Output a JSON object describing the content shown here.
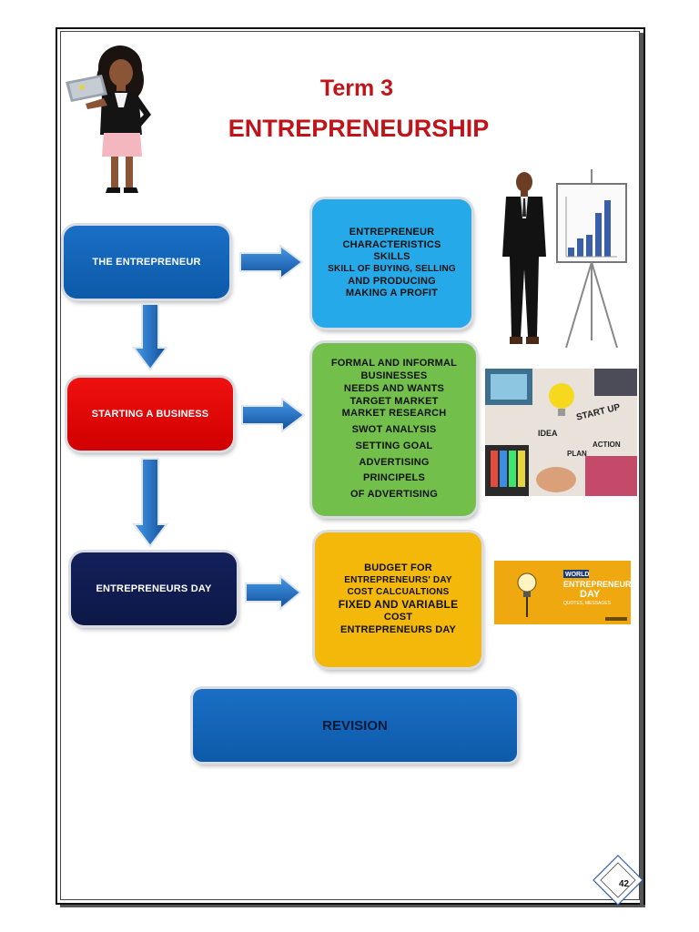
{
  "header": {
    "term": "Term 3",
    "subject": "ENTREPRENEURSHIP"
  },
  "left_boxes": [
    {
      "label": "THE ENTREPRENEUR"
    },
    {
      "label": "STARTING A BUSINESS"
    },
    {
      "label": "ENTREPRENEURS DAY"
    }
  ],
  "right_boxes": [
    {
      "lines": [
        "ENTREPRENEUR",
        "CHARACTERISTICS",
        "SKILLS",
        "SKILL OF BUYING, SELLING",
        "AND PRODUCING",
        "MAKING A PROFIT"
      ]
    },
    {
      "lines": [
        "FORMAL AND INFORMAL",
        "BUSINESSES",
        "NEEDS AND WANTS",
        "TARGET MARKET",
        "MARKET RESEARCH",
        "SWOT ANALYSIS",
        "SETTING GOAL",
        "ADVERTISING",
        "PRINCIPELS",
        "OF ADVERTISING"
      ]
    },
    {
      "lines": [
        "BUDGET FOR",
        "ENTREPRENEURS' DAY",
        "COST CALCUALTIONS",
        "FIXED AND VARIABLE",
        "COST",
        "ENTREPRENEURS DAY"
      ]
    }
  ],
  "revision": {
    "label": "REVISION"
  },
  "images": {
    "startup_idea": "IDEA",
    "startup_startup": "START UP",
    "startup_action": "ACTION",
    "startup_plan": "PLAN",
    "banner_world": "WORLD",
    "banner_title1": "ENTREPRENEURS'",
    "banner_title2": "DAY",
    "banner_sub": "QUOTES, MESSAGES"
  },
  "footer": {
    "page_number": "42"
  },
  "colors": {
    "title_red": "#c0141b",
    "blue": "#0d5aa9",
    "red": "#e00000",
    "navy": "#13205a",
    "light_blue": "#26a9e8",
    "green": "#72c04b",
    "yellow": "#f4b80a"
  }
}
